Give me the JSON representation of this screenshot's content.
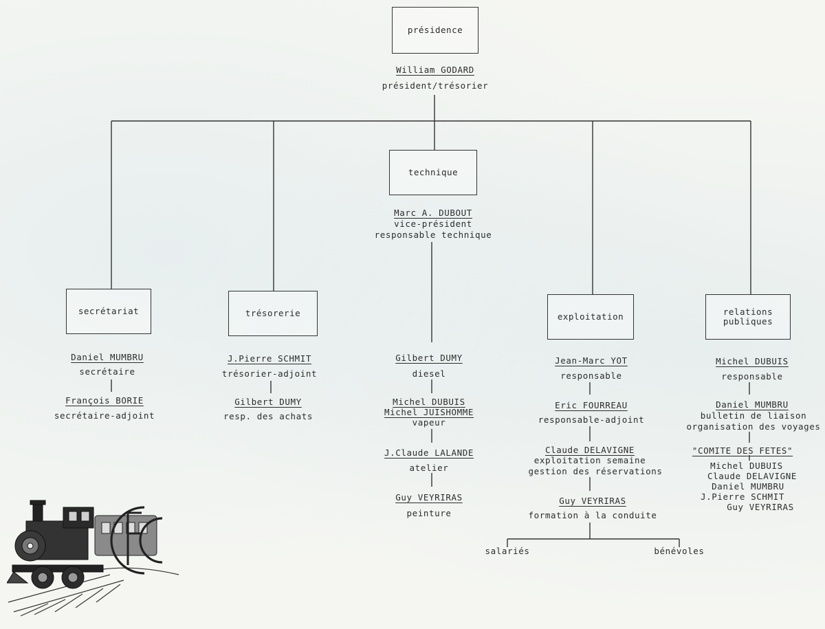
{
  "presidence": {
    "box_label": "présidence",
    "name": "William GODARD",
    "role": "président/trésorier"
  },
  "technique": {
    "box_label": "technique",
    "name": "Marc A. DUBOUT",
    "roles": [
      "vice-président",
      "responsable technique"
    ],
    "members": [
      {
        "name": "Gilbert DUMY",
        "role": "diesel"
      },
      {
        "names": [
          "Michel DUBUIS",
          "Michel JUISHOMME"
        ],
        "role": "vapeur"
      },
      {
        "name": "J.Claude LALANDE",
        "role": "atelier"
      },
      {
        "name": "Guy VEYRIRAS",
        "role": "peinture"
      }
    ]
  },
  "secretariat": {
    "box_label": "secrétariat",
    "members": [
      {
        "name": "Daniel MUMBRU",
        "role": "secrétaire"
      },
      {
        "name": "François BORIE",
        "role": "secrétaire-adjoint"
      }
    ]
  },
  "tresorerie": {
    "box_label": "trésorerie",
    "members": [
      {
        "name": "J.Pierre SCHMIT",
        "role": "trésorier-adjoint"
      },
      {
        "name": "Gilbert DUMY",
        "role": "resp. des achats"
      }
    ]
  },
  "exploitation": {
    "box_label": "exploitation",
    "members": [
      {
        "name": "Jean-Marc YOT",
        "role": "responsable"
      },
      {
        "name": "Eric FOURREAU",
        "role": "responsable-adjoint"
      },
      {
        "name": "Claude DELAVIGNE",
        "roles": [
          "exploitation semaine",
          "gestion des réservations"
        ]
      },
      {
        "name": "Guy VEYRIRAS",
        "role": "formation à la conduite"
      }
    ],
    "branches": [
      "salariés",
      "bénévoles"
    ]
  },
  "relations": {
    "box_label_lines": [
      "relations",
      "publiques"
    ],
    "members": [
      {
        "name": "Michel DUBUIS",
        "role": "responsable"
      },
      {
        "name": "Daniel MUMBRU",
        "roles": [
          "bulletin de liaison",
          "organisation des voyages"
        ]
      }
    ],
    "comite": {
      "title": "\"COMITE DES FETES\"",
      "names": [
        "Michel DUBUIS",
        "Claude DELAVIGNE",
        "Daniel MUMBRU",
        "J.Pierre SCHMIT",
        "Guy VEYRIRAS"
      ]
    }
  },
  "logo": {
    "icon": "steam-locomotive-cfc-logo",
    "letters": "CFC"
  },
  "colors": {
    "ink": "#2c2c2c",
    "paper": "#f5f6f2"
  }
}
